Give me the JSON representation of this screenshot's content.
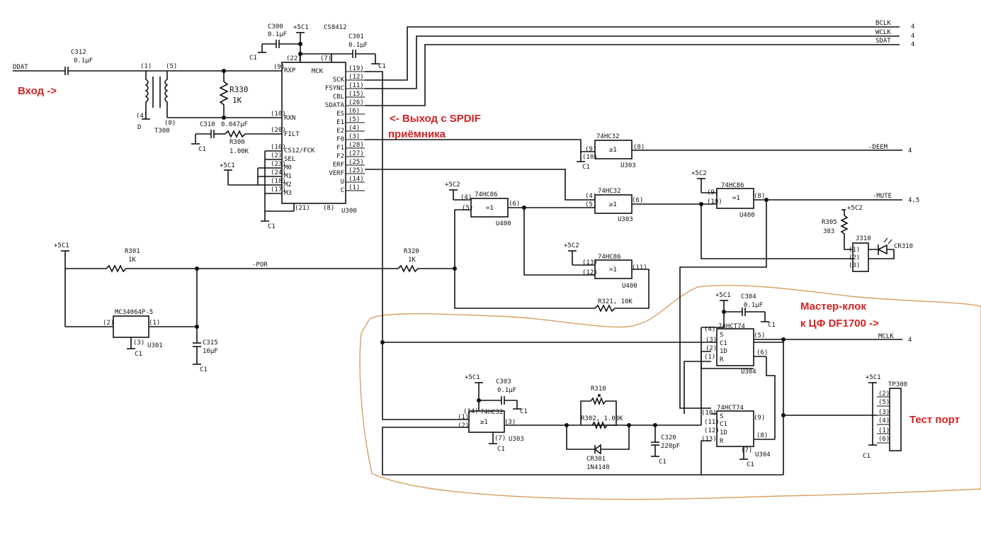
{
  "annotations": {
    "input": "Вход ->",
    "spdif_out_line1": "<- Выход с SPDIF",
    "spdif_out_line2": "приёмника",
    "mclk_line1": "Мастер-клок",
    "mclk_line2": "к ЦФ DF1700 ->",
    "test_port": "Тест порт"
  },
  "nets": {
    "ddat": "DDAT",
    "bclk": "BCLK",
    "wclk": "WCLK",
    "sdat": "SDAT",
    "deem": "-DEEM",
    "mute": "-MUTE",
    "mclk": "MCLK",
    "por": "-POR",
    "bclk_ref": "4",
    "wclk_ref": "4",
    "sdat_ref": "4",
    "deem_ref": "4",
    "mute_ref": "4,5",
    "mclk_ref": "4"
  },
  "power": {
    "p5c1": "+5C1",
    "p5c2": "+5C2",
    "c1": "C1",
    "d": "D"
  },
  "u300": {
    "name": "CS8412",
    "ref": "U300",
    "left_pins": [
      {
        "num": "(9)",
        "name": "RXP"
      },
      {
        "num": "(10)",
        "name": "RXN"
      },
      {
        "num": "(20)",
        "name": "FILT"
      },
      {
        "num": "(16)",
        "name": "CS12/FCK"
      },
      {
        "num": "(2)",
        "name": "SEL"
      },
      {
        "num": "(23)",
        "name": "M0"
      },
      {
        "num": "(24)",
        "name": "M1"
      },
      {
        "num": "(18)",
        "name": "M2"
      },
      {
        "num": "(17)",
        "name": "M3"
      }
    ],
    "right_pins": [
      {
        "num": "(19)",
        "name": "MCK"
      },
      {
        "num": "(12)",
        "name": "SCK"
      },
      {
        "num": "(11)",
        "name": "FSYNC"
      },
      {
        "num": "(15)",
        "name": "CBL"
      },
      {
        "num": "(26)",
        "name": "SDATA"
      },
      {
        "num": "(6)",
        "name": "ES"
      },
      {
        "num": "(5)",
        "name": "E1"
      },
      {
        "num": "(4)",
        "name": "E2"
      },
      {
        "num": "(3)",
        "name": "F0"
      },
      {
        "num": "(28)",
        "name": "F1"
      },
      {
        "num": "(27)",
        "name": "F2"
      },
      {
        "num": "(25)",
        "name": "ERF"
      },
      {
        "num": "(25)",
        "name": "VERF"
      },
      {
        "num": "(14)",
        "name": "U"
      },
      {
        "num": "(1)",
        "name": "C"
      }
    ],
    "top_pins": [
      "(22)",
      "(7)"
    ],
    "bottom_pins": [
      "(21)",
      "(8)"
    ]
  },
  "components": {
    "c300": {
      "ref": "C300",
      "value": "0.1µF"
    },
    "c301": {
      "ref": "C301",
      "value": "0.1µF"
    },
    "c312": {
      "ref": "C312",
      "value": "0.1µF"
    },
    "c310": {
      "ref": "C310",
      "value": "0.047µF"
    },
    "r300": {
      "ref": "R300",
      "value": "1.00K"
    },
    "r330": {
      "ref": "R330",
      "value": "1K"
    },
    "t300": {
      "ref": "T300",
      "pins": [
        "(1)",
        "(5)",
        "(4)",
        "(8)"
      ]
    },
    "r301": {
      "ref": "R301",
      "value": "1K"
    },
    "u301": {
      "name": "MC34064P-5",
      "ref": "U301",
      "pins": [
        "(2)",
        "(1)",
        "(3)"
      ]
    },
    "c315": {
      "ref": "C315",
      "value": "10µF"
    },
    "r320": {
      "ref": "R320",
      "value": "1K"
    },
    "r321": {
      "text": "R321, 10K"
    },
    "u303a": {
      "name": "74HC32",
      "ref": "U303",
      "sym": "≥1",
      "pins": [
        "(9)",
        "(10)",
        "(8)"
      ]
    },
    "u303b": {
      "name": "74HC32",
      "ref": "U303",
      "sym": "≥1",
      "pins": [
        "(4)",
        "(5)",
        "(6)"
      ]
    },
    "u303c": {
      "name": "74HC32",
      "ref": "U303",
      "sym": "≥1",
      "pins": [
        "(1)",
        "(2)",
        "(3)",
        "(14)",
        "(7)"
      ]
    },
    "u400a": {
      "name": "74HC86",
      "ref": "U400",
      "sym": "=1",
      "pins": [
        "(4)",
        "(5)",
        "(6)"
      ]
    },
    "u400b": {
      "name": "74HC86",
      "ref": "U400",
      "sym": "=1",
      "pins": [
        "(13)",
        "(12)",
        "(11)"
      ]
    },
    "u400c": {
      "name": "74HC86",
      "ref": "U400",
      "sym": "=1",
      "pins": [
        "(9)",
        "(10)",
        "(8)"
      ]
    },
    "r305": {
      "ref": "R305",
      "value": "383"
    },
    "j310": {
      "ref": "J310",
      "pins": [
        "(1)",
        "(2)",
        "(3)"
      ]
    },
    "cr310": {
      "ref": "CR310"
    },
    "c303": {
      "ref": "C303",
      "value": "0.1µF"
    },
    "c304": {
      "ref": "C304",
      "value": "0.1µF"
    },
    "r310": {
      "ref": "R310"
    },
    "r302": {
      "text": "R302, 1.00K"
    },
    "cr301": {
      "ref": "CR301",
      "part": "1N4148"
    },
    "c320": {
      "ref": "C320",
      "value": "220pF"
    },
    "u304a": {
      "name": "74HCT74",
      "ref": "U304",
      "pins": [
        "(4)",
        "(3)",
        "(2)",
        "(1)",
        "(5)",
        "(6)"
      ],
      "labels": [
        "S",
        "C1",
        "1D",
        "R"
      ]
    },
    "u304b": {
      "name": "74HCT74",
      "ref": "U304",
      "pins": [
        "(10)",
        "(11)",
        "(12)",
        "(13)",
        "(9)",
        "(8)",
        "(7)"
      ],
      "labels": [
        "S",
        "C1",
        "1D",
        "R"
      ]
    },
    "tp300": {
      "ref": "TP300",
      "pins": [
        "(2)",
        "(5)",
        "(3)",
        "(4)",
        "(1)",
        "(6)"
      ]
    }
  }
}
